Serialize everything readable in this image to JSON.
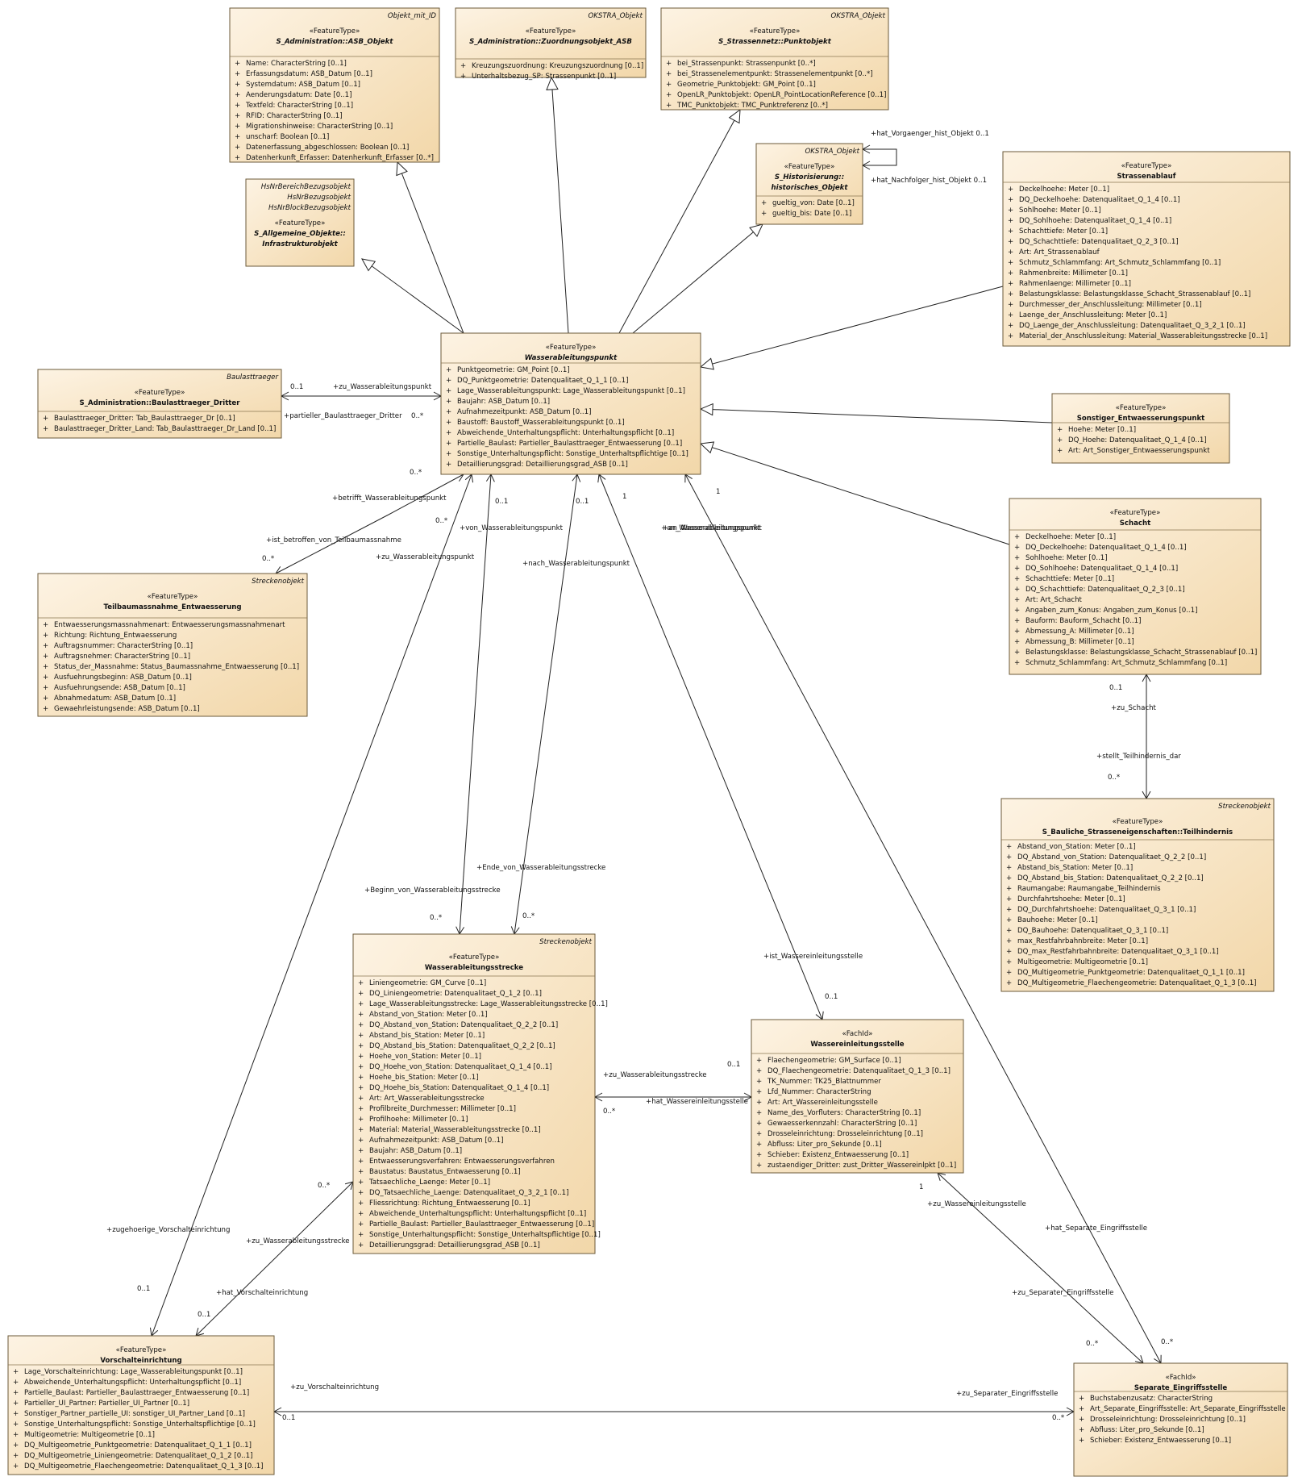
{
  "classes": [
    {
      "id": "asb_objekt",
      "tag": "Objekt_mit_ID",
      "stereotype": "«FeatureType»",
      "name": "S_Administration::ASB_Objekt",
      "italic": true,
      "attributes": [
        "Name: CharacterString [0..1]",
        "Erfassungsdatum: ASB_Datum [0..1]",
        "Systemdatum: ASB_Datum [0..1]",
        "Aenderungsdatum: Date [0..1]",
        "Textfeld: CharacterString [0..1]",
        "RFID: CharacterString [0..1]",
        "Migrationshinweise: CharacterString [0..1]",
        "unscharf: Boolean [0..1]",
        "Datenerfassung_abgeschlossen: Boolean [0..1]",
        "Datenherkunft_Erfasser: Datenherkunft_Erfasser [0..*]"
      ]
    },
    {
      "id": "zuordnung",
      "tag": "OKSTRA_Objekt",
      "stereotype": "«FeatureType»",
      "name": "S_Administration::Zuordnungsobjekt_ASB",
      "italic": true,
      "attributes": [
        "Kreuzungszuordnung: Kreuzungszuordnung [0..1]",
        "Unterhaltsbezug_SP: Strassenpunkt [0..1]"
      ]
    },
    {
      "id": "punktobjekt",
      "tag": "OKSTRA_Objekt",
      "stereotype": "«FeatureType»",
      "name": "S_Strassennetz::Punktobjekt",
      "italic": true,
      "attributes": [
        "bei_Strassenpunkt: Strassenpunkt [0..*]",
        "bei_Strassenelementpunkt: Strassenelementpunkt [0..*]",
        "Geometrie_Punktobjekt: GM_Point [0..1]",
        "OpenLR_Punktobjekt: OpenLR_PointLocationReference [0..1]",
        "TMC_Punktobjekt: TMC_Punktreferenz [0..*]"
      ]
    },
    {
      "id": "infrastruktur",
      "tag": "HsNrBereichBezugsobjekt\nHsNrBezugsobjekt\nHsNrBlockBezugsobjekt",
      "stereotype": "«FeatureType»",
      "name": "S_Allgemeine_Objekte::\nInfrastrukturobjekt",
      "italic": true,
      "attributes": []
    },
    {
      "id": "historisches",
      "tag": "OKSTRA_Objekt",
      "stereotype": "«FeatureType»",
      "name": "S_Historisierung::\nhistorisches_Objekt",
      "italic": true,
      "attributes": [
        "gueltig_von: Date [0..1]",
        "gueltig_bis: Date [0..1]"
      ]
    },
    {
      "id": "strassenablauf",
      "tag": "",
      "stereotype": "«FeatureType»",
      "name": "Strassenablauf",
      "italic": false,
      "attributes": [
        "Deckelhoehe: Meter [0..1]",
        "DQ_Deckelhoehe: Datenqualitaet_Q_1_4 [0..1]",
        "Sohlhoehe: Meter [0..1]",
        "DQ_Sohlhoehe: Datenqualitaet_Q_1_4 [0..1]",
        "Schachttiefe: Meter [0..1]",
        "DQ_Schachttiefe: Datenqualitaet_Q_2_3 [0..1]",
        "Art: Art_Strassenablauf",
        "Schmutz_Schlammfang: Art_Schmutz_Schlammfang [0..1]",
        "Rahmenbreite: Millimeter [0..1]",
        "Rahmenlaenge: Millimeter [0..1]",
        "Belastungsklasse: Belastungsklasse_Schacht_Strassenablauf [0..1]",
        "Durchmesser_der_Anschlussleitung: Millimeter [0..1]",
        "Laenge_der_Anschlussleitung: Meter [0..1]",
        "DQ_Laenge_der_Anschlussleitung: Datenqualitaet_Q_3_2_1 [0..1]",
        "Material_der_Anschlussleitung: Material_Wasserableitungsstrecke [0..1]"
      ]
    },
    {
      "id": "wasserableitungspunkt",
      "tag": "",
      "stereotype": "«FeatureType»",
      "name": "Wasserableitungspunkt",
      "italic": true,
      "attributes": [
        "Punktgeometrie: GM_Point [0..1]",
        "DQ_Punktgeometrie: Datenqualitaet_Q_1_1 [0..1]",
        "Lage_Wasserableitungspunkt: Lage_Wasserableitungspunkt [0..1]",
        "Baujahr: ASB_Datum [0..1]",
        "Aufnahmezeitpunkt: ASB_Datum [0..1]",
        "Baustoff: Baustoff_Wasserableitungspunkt [0..1]",
        "Abweichende_Unterhaltungspflicht: Unterhaltungspflicht [0..1]",
        "Partielle_Baulast: Partieller_Baulasttraeger_Entwaesserung [0..1]",
        "Sonstige_Unterhaltungspflicht: Sonstige_Unterhaltspflichtige [0..1]",
        "Detaillierungsgrad: Detaillierungsgrad_ASB [0..1]"
      ]
    },
    {
      "id": "baulasttraeger",
      "tag": "Baulasttraeger",
      "stereotype": "«FeatureType»",
      "name": "S_Administration::Baulasttraeger_Dritter",
      "italic": false,
      "attributes": [
        "Baulasttraeger_Dritter: Tab_Baulasttraeger_Dr [0..1]",
        "Baulasttraeger_Dritter_Land: Tab_Baulasttraeger_Dr_Land [0..1]"
      ]
    },
    {
      "id": "sonstiger",
      "tag": "",
      "stereotype": "«FeatureType»",
      "name": "Sonstiger_Entwaesserungspunkt",
      "italic": false,
      "attributes": [
        "Hoehe: Meter [0..1]",
        "DQ_Hoehe: Datenqualitaet_Q_1_4 [0..1]",
        "Art: Art_Sonstiger_Entwaesserungspunkt"
      ]
    },
    {
      "id": "teilbau",
      "tag": "Streckenobjekt",
      "stereotype": "«FeatureType»",
      "name": "Teilbaumassnahme_Entwaesserung",
      "italic": false,
      "attributes": [
        "Entwaesserungsmassnahmenart: Entwaesserungsmassnahmenart",
        "Richtung: Richtung_Entwaesserung",
        "Auftragsnummer: CharacterString [0..1]",
        "Auftragsnehmer: CharacterString [0..1]",
        "Status_der_Massnahme: Status_Baumassnahme_Entwaesserung [0..1]",
        "Ausfuehrungsbeginn: ASB_Datum [0..1]",
        "Ausfuehrungsende: ASB_Datum [0..1]",
        "Abnahmedatum: ASB_Datum [0..1]",
        "Gewaehrleistungsende: ASB_Datum [0..1]"
      ]
    },
    {
      "id": "schacht",
      "tag": "",
      "stereotype": "«FeatureType»",
      "name": "Schacht",
      "italic": false,
      "attributes": [
        "Deckelhoehe: Meter [0..1]",
        "DQ_Deckelhoehe: Datenqualitaet_Q_1_4 [0..1]",
        "Sohlhoehe: Meter [0..1]",
        "DQ_Sohlhoehe: Datenqualitaet_Q_1_4 [0..1]",
        "Schachttiefe: Meter [0..1]",
        "DQ_Schachttiefe: Datenqualitaet_Q_2_3 [0..1]",
        "Art: Art_Schacht",
        "Angaben_zum_Konus: Angaben_zum_Konus [0..1]",
        "Bauform: Bauform_Schacht [0..1]",
        "Abmessung_A: Millimeter [0..1]",
        "Abmessung_B: Millimeter [0..1]",
        "Belastungsklasse: Belastungsklasse_Schacht_Strassenablauf [0..1]",
        "Schmutz_Schlammfang: Art_Schmutz_Schlammfang [0..1]"
      ]
    },
    {
      "id": "teilhindernis",
      "tag": "Streckenobjekt",
      "stereotype": "«FeatureType»",
      "name": "S_Bauliche_Strasseneigenschaften::Teilhindernis",
      "italic": false,
      "attributes": [
        "Abstand_von_Station: Meter [0..1]",
        "DQ_Abstand_von_Station: Datenqualitaet_Q_2_2 [0..1]",
        "Abstand_bis_Station: Meter [0..1]",
        "DQ_Abstand_bis_Station: Datenqualitaet_Q_2_2 [0..1]",
        "Raumangabe: Raumangabe_Teilhindernis",
        "Durchfahrtshoehe: Meter [0..1]",
        "DQ_Durchfahrtshoehe: Datenqualitaet_Q_3_1 [0..1]",
        "Bauhoehe: Meter [0..1]",
        "DQ_Bauhoehe: Datenqualitaet_Q_3_1 [0..1]",
        "max_Restfahrbahnbreite: Meter [0..1]",
        "DQ_max_Restfahrbahnbreite: Datenqualitaet_Q_3_1 [0..1]",
        "Multigeometrie: Multigeometrie [0..1]",
        "DQ_Multigeometrie_Punktgeometrie: Datenqualitaet_Q_1_1 [0..1]",
        "DQ_Multigeometrie_Flaechengeometrie: Datenqualitaet_Q_1_3 [0..1]"
      ]
    },
    {
      "id": "strecke",
      "tag": "Streckenobjekt",
      "stereotype": "«FeatureType»",
      "name": "Wasserableitungsstrecke",
      "italic": false,
      "attributes": [
        "Liniengeometrie: GM_Curve [0..1]",
        "DQ_Liniengeometrie: Datenqualitaet_Q_1_2 [0..1]",
        "Lage_Wasserableitungsstrecke: Lage_Wasserableitungsstrecke [0..1]",
        "Abstand_von_Station: Meter [0..1]",
        "DQ_Abstand_von_Station: Datenqualitaet_Q_2_2 [0..1]",
        "Abstand_bis_Station: Meter [0..1]",
        "DQ_Abstand_bis_Station: Datenqualitaet_Q_2_2 [0..1]",
        "Hoehe_von_Station: Meter [0..1]",
        "DQ_Hoehe_von_Station: Datenqualitaet_Q_1_4 [0..1]",
        "Hoehe_bis_Station: Meter [0..1]",
        "DQ_Hoehe_bis_Station: Datenqualitaet_Q_1_4 [0..1]",
        "Art: Art_Wasserableitungsstrecke",
        "Profilbreite_Durchmesser: Millimeter [0..1]",
        "Profilhoehe: Millimeter [0..1]",
        "Material: Material_Wasserableitungsstrecke [0..1]",
        "Aufnahmezeitpunkt: ASB_Datum [0..1]",
        "Baujahr: ASB_Datum [0..1]",
        "Entwaesserungsverfahren: Entwaesserungsverfahren",
        "Baustatus: Baustatus_Entwaesserung [0..1]",
        "Tatsaechliche_Laenge: Meter [0..1]",
        "DQ_Tatsaechliche_Laenge: Datenqualitaet_Q_3_2_1 [0..1]",
        "Fliessrichtung: Richtung_Entwaesserung [0..1]",
        "Abweichende_Unterhaltungspflicht: Unterhaltungspflicht [0..1]",
        "Partielle_Baulast: Partieller_Baulasttraeger_Entwaesserung [0..1]",
        "Sonstige_Unterhaltungspflicht: Sonstige_Unterhaltspflichtige [0..1]",
        "Detaillierungsgrad: Detaillierungsgrad_ASB [0..1]"
      ]
    },
    {
      "id": "einleitung",
      "tag": "",
      "stereotype": "«FachId»",
      "name": "Wassereinleitungsstelle",
      "italic": false,
      "attributes": [
        "Flaechengeometrie: GM_Surface [0..1]",
        "DQ_Flaechengeometrie: Datenqualitaet_Q_1_3 [0..1]",
        "TK_Nummer: TK25_Blattnummer",
        "Lfd_Nummer: CharacterString",
        "Art: Art_Wassereinleitungsstelle",
        "Name_des_Vorfluters: CharacterString [0..1]",
        "Gewaesserkennzahl: CharacterString [0..1]",
        "Drosseleinrichtung: Drosseleinrichtung [0..1]",
        "Abfluss: Liter_pro_Sekunde [0..1]",
        "Schieber: Existenz_Entwaesserung [0..1]",
        "zustaendiger_Dritter: zust_Dritter_Wassereinlpkt [0..1]"
      ]
    },
    {
      "id": "vorschalt",
      "tag": "",
      "stereotype": "«FeatureType»",
      "name": "Vorschalteinrichtung",
      "italic": false,
      "attributes": [
        "Lage_Vorschalteinrichtung: Lage_Wasserableitungspunkt [0..1]",
        "Abweichende_Unterhaltungspflicht: Unterhaltungspflicht [0..1]",
        "Partielle_Baulast: Partieller_Baulasttraeger_Entwaesserung [0..1]",
        "Partieller_UI_Partner: Partieller_UI_Partner [0..1]",
        "Sonstiger_Partner_partielle_UI: sonstiger_UI_Partner_Land [0..1]",
        "Sonstige_Unterhaltungspflicht: Sonstige_Unterhaltspflichtige [0..1]",
        "Multigeometrie: Multigeometrie [0..1]",
        "DQ_Multigeometrie_Punktgeometrie: Datenqualitaet_Q_1_1 [0..1]",
        "DQ_Multigeometrie_Liniengeometrie: Datenqualitaet_Q_1_2 [0..1]",
        "DQ_Multigeometrie_Flaechengeometrie: Datenqualitaet_Q_1_3 [0..1]"
      ]
    },
    {
      "id": "separate",
      "tag": "",
      "stereotype": "«FachId»",
      "name": "Separate_Eingriffsstelle",
      "italic": false,
      "attributes": [
        "Buchstabenzusatz: CharacterString",
        "Art_Separate_Eingriffsstelle: Art_Separate_Eingriffsstelle",
        "Drosseleinrichtung: Drosseleinrichtung [0..1]",
        "Abfluss: Liter_pro_Sekunde [0..1]",
        "Schieber: Existenz_Entwaesserung [0..1]"
      ]
    }
  ],
  "labels": [
    "+hat_Vorgaenger_hist_Objekt 0..1",
    "+hat_Nachfolger_hist_Objekt 0..1",
    "0..1",
    "+zu_Wasserableitungspunkt",
    "+partieller_Baulasttraeger_Dritter",
    "0..*",
    "0..*",
    "+betrifft_Wasserableitungspunkt",
    "+ist_betroffen_von_Teilbaumassnahme",
    "0..*",
    "0..*",
    "+zu_Wasserableitungspunkt",
    "0..1",
    "+von_Wasserableitungspunkt",
    "0..1",
    "+nach_Wasserableitungspunkt",
    "1",
    "+an_Wasserableitungspunkt",
    "1",
    "+an_Wasserableitungspunkt",
    "0..1",
    "+zu_Schacht",
    "+stellt_Teilhindernis_dar",
    "0..*",
    "+Ende_von_Wasserableitungsstrecke",
    "+Beginn_von_Wasserableitungsstrecke",
    "0..*",
    "0..*",
    "+ist_Wassereinleitungsstelle",
    "0..1",
    "0..1",
    "+zu_Wasserableitungsstrecke",
    "+hat_Wassereinleitungsstelle",
    "0..*",
    "0..*",
    "+zu_Wasserableitungsstrecke",
    "+zugehoerige_Vorschalteinrichtung",
    "0..1",
    "+hat_Vorschalteinrichtung",
    "0..1",
    "1",
    "+zu_Wassereinleitungsstelle",
    "+hat_Separate_Eingriffsstelle",
    "+zu_Separater_Eingriffsstelle",
    "0..*",
    "0..*",
    "+zu_Vorschalteinrichtung",
    "0..1",
    "+zu_Separater_Eingriffsstelle",
    "0..*"
  ],
  "colors": {
    "class_fill_top": "#fdf3e3",
    "class_fill_bottom": "#f2d7a9",
    "class_border": "#6b5a3a",
    "attribute_text": "#8a1a1a",
    "edge": "#222222"
  }
}
